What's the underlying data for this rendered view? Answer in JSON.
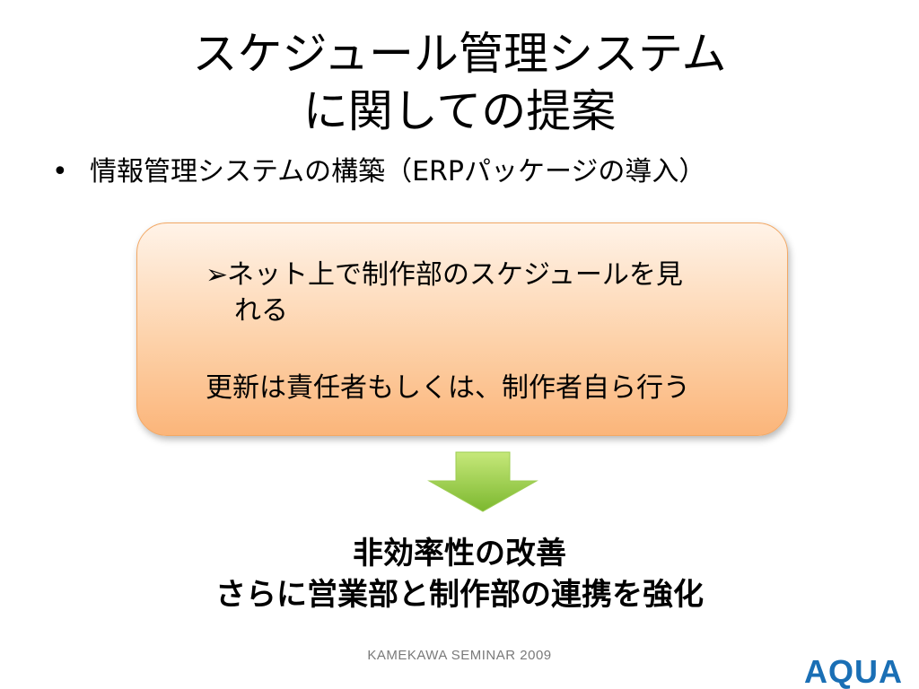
{
  "title": {
    "line1": "スケジュール管理システム",
    "line2": "に関しての提案"
  },
  "bullet": {
    "marker": "•",
    "text": "情報管理システムの構築（ERPパッケージの導入）"
  },
  "callout": {
    "point_marker": "➢",
    "point_line1": "ネット上で制作部のスケジュールを見",
    "point_line2": "れる",
    "point2": "更新は責任者もしくは、制作者自ら行う"
  },
  "conclusion": {
    "line1": "非効率性の改善",
    "line2": "さらに営業部と制作部の連携を強化"
  },
  "footer": {
    "text": "KAMEKAWA SEMINAR 2009"
  },
  "logo": {
    "text": "AQUA"
  },
  "colors": {
    "callout_fill_top": "#fff3e8",
    "callout_fill_bottom": "#fbb57a",
    "arrow_green": "#8dc63f",
    "logo_blue": "#1a6fb5"
  }
}
